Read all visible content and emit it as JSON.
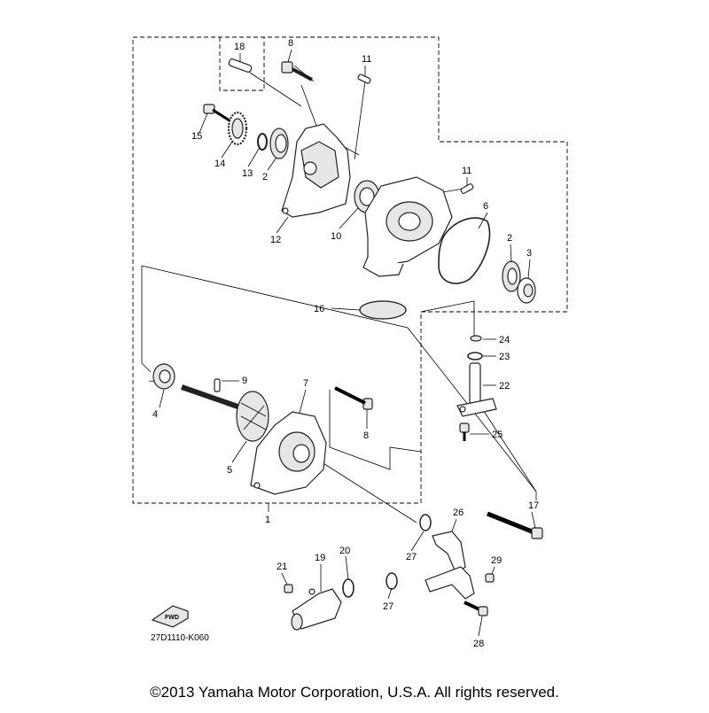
{
  "diagram_code": "27D1110-K060",
  "fwd_label": "FWD",
  "copyright": "©2013 Yamaha Motor Corporation, U.S.A. All rights reserved.",
  "callouts": {
    "c1": "1",
    "c2a": "2",
    "c2b": "2",
    "c3": "3",
    "c4": "4",
    "c5": "5",
    "c6": "6",
    "c7": "7",
    "c8a": "8",
    "c8b": "8",
    "c9": "9",
    "c10": "10",
    "c11a": "11",
    "c11b": "11",
    "c12": "12",
    "c13": "13",
    "c14": "14",
    "c15": "15",
    "c16": "16",
    "c17": "17",
    "c18": "18",
    "c19": "19",
    "c20": "20",
    "c21": "21",
    "c22": "22",
    "c23": "23",
    "c24": "24",
    "c25": "25",
    "c26": "26",
    "c27a": "27",
    "c27b": "27",
    "c28": "28",
    "c29": "29"
  }
}
